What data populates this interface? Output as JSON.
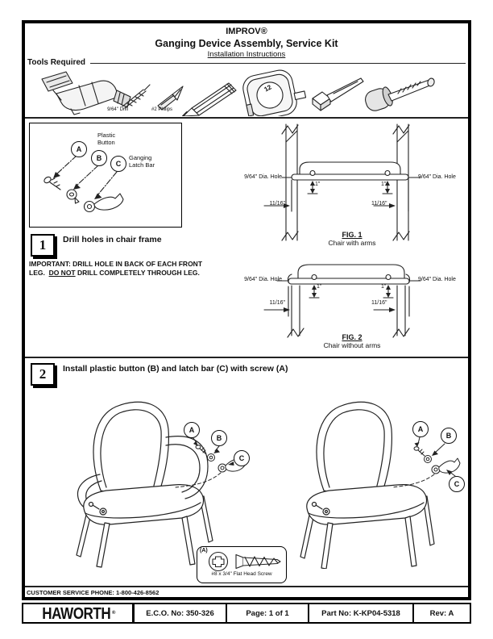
{
  "header": {
    "brand": "IMPROV®",
    "title": "Ganging Device Assembly, Service Kit",
    "subtitle": "Installation Instructions"
  },
  "tools": {
    "label": "Tools Required",
    "drill_bit_label": "9/64\" Drill",
    "philips_label": "#2 Philips",
    "tape_number": "12",
    "icons": [
      "power-drill",
      "drill-bit",
      "philips-bit",
      "pencil",
      "tape-measure",
      "center-punch",
      "mallet"
    ]
  },
  "callouts": {
    "a": "A",
    "b": "B",
    "c": "C"
  },
  "parts": {
    "plastic_button_line1": "Plastic",
    "plastic_button_line2": "Button",
    "latch_bar_line1": "Ganging",
    "latch_bar_line2": "Latch Bar"
  },
  "step1": {
    "num": "1",
    "title": "Drill holes in chair frame",
    "important_line1": "IMPORTANT: DRILL HOLE IN BACK OF EACH FRONT",
    "important_line2_pre": "LEG.  ",
    "important_underlined": "DO NOT",
    "important_line2_post": " DRILL COMPLETELY THROUGH LEG."
  },
  "fig1": {
    "name": "FIG. 1",
    "caption": "Chair with arms",
    "hole": "9/64\" Dia. Hole",
    "one": "1\"",
    "offset": "11/16\""
  },
  "fig2": {
    "name": "FIG. 2",
    "caption": "Chair without arms",
    "hole": "9/64\" Dia. Hole",
    "one": "1\"",
    "offset": "11/16\""
  },
  "step2": {
    "num": "2",
    "title": "Install plastic button (B) and latch bar (C) with screw (A)"
  },
  "screw_box": {
    "tag": "(A)",
    "label": "#8 x 3/4\" Flat Head Screw"
  },
  "footer": {
    "phone": "CUSTOMER SERVICE PHONE: 1-800-426-8562",
    "logo": "HAWORTH",
    "logo_reg": "®",
    "eco": "E.C.O. No: 350-326",
    "page": "Page: 1 of 1",
    "part": "Part No: K-KP04-5318",
    "rev": "Rev: A"
  }
}
